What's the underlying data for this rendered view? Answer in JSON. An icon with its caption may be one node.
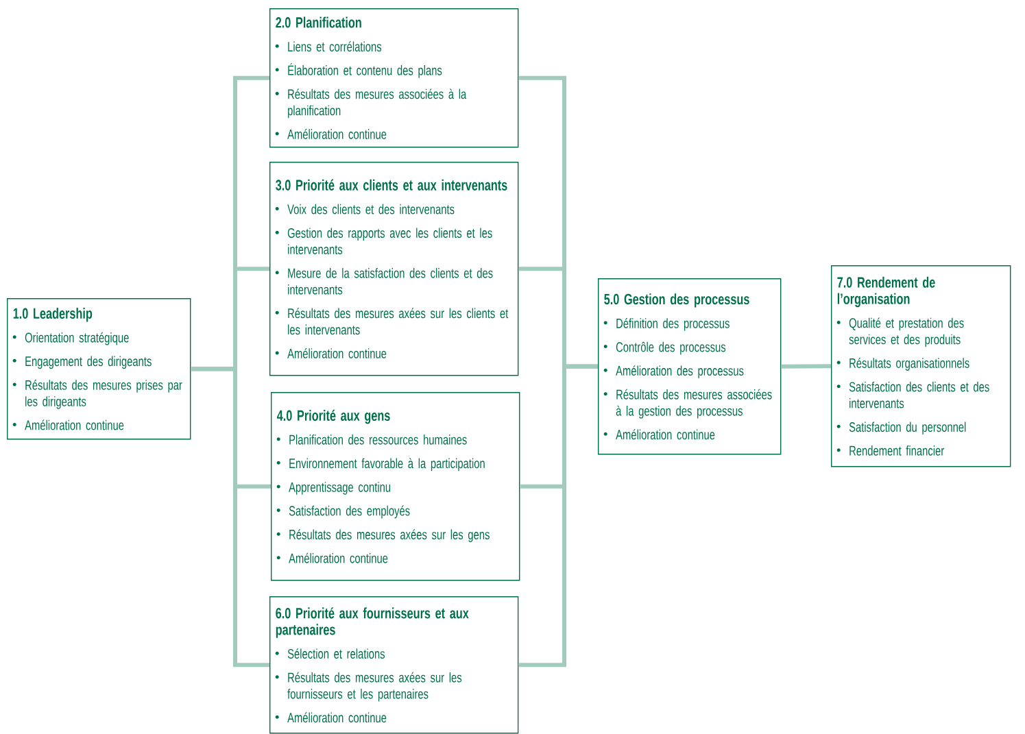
{
  "diagram": {
    "nodes": [
      {
        "text": [
          "1.0 Leadership",
          "Orientation stratégique",
          "Engagement des dirigeants",
          "Résultats des mesures prises par les dirigeants",
          "Amélioration continue"
        ]
      },
      {
        "text": [
          "2.0 Planification",
          "Liens et corrélations",
          "Élaboration et contenu des plans",
          "Résultats des mesures associées à la planification",
          "Amélioration continue"
        ]
      },
      {
        "text": [
          "3.0 Priorité aux clients et aux intervenants",
          "Voix des clients et des intervenants",
          "Gestion des rapports avec les clients et les intervenants",
          "Mesure de la satisfaction des clients et des intervenants",
          "Résultats des mesures axées sur les clients et les intervenants",
          "Amélioration continue"
        ]
      },
      {
        "text": [
          "4.0 Priorité aux gens",
          "Planification des ressources humaines",
          "Environnement favorable à la participation",
          "Apprentissage continu",
          "Satisfaction des employés",
          "Résultats des mesures axées sur les gens",
          "Amélioration continue"
        ]
      },
      {
        "text": [
          "5.0 Gestion des processus",
          "Définition des processus",
          "Contrôle des processus",
          "Amélioration des processus",
          "Résultats des mesures associées à la gestion des processus",
          "Amélioration continue"
        ]
      },
      {
        "text": [
          "6.0 Priorité aux fournisseurs et aux partenaires",
          "Sélection et relations",
          "Résultats des mesures axées sur les fournisseurs et les partenaires",
          "Amélioration continue"
        ]
      },
      {
        "text": [
          "7.0 Rendement de l’organisation",
          "Qualité et prestation des services et des produits",
          "Résultats organisationnels",
          "Satisfaction des clients et des intervenants",
          "Satisfaction du personnel",
          "Rendement financier"
        ]
      }
    ],
    "edges": [
      {
        "from": 0,
        "to": 1,
        "arrow": "none"
      },
      {
        "from": 0,
        "to": 2,
        "arrow": "none"
      },
      {
        "from": 0,
        "to": 3,
        "arrow": "none"
      },
      {
        "from": 0,
        "to": 5,
        "arrow": "none"
      },
      {
        "from": 1,
        "to": 4,
        "arrow": "none"
      },
      {
        "from": 2,
        "to": 4,
        "arrow": "none"
      },
      {
        "from": 3,
        "to": 4,
        "arrow": "none"
      },
      {
        "from": 5,
        "to": 4,
        "arrow": "none"
      },
      {
        "from": 4,
        "to": 6,
        "arrow": "none"
      }
    ]
  }
}
